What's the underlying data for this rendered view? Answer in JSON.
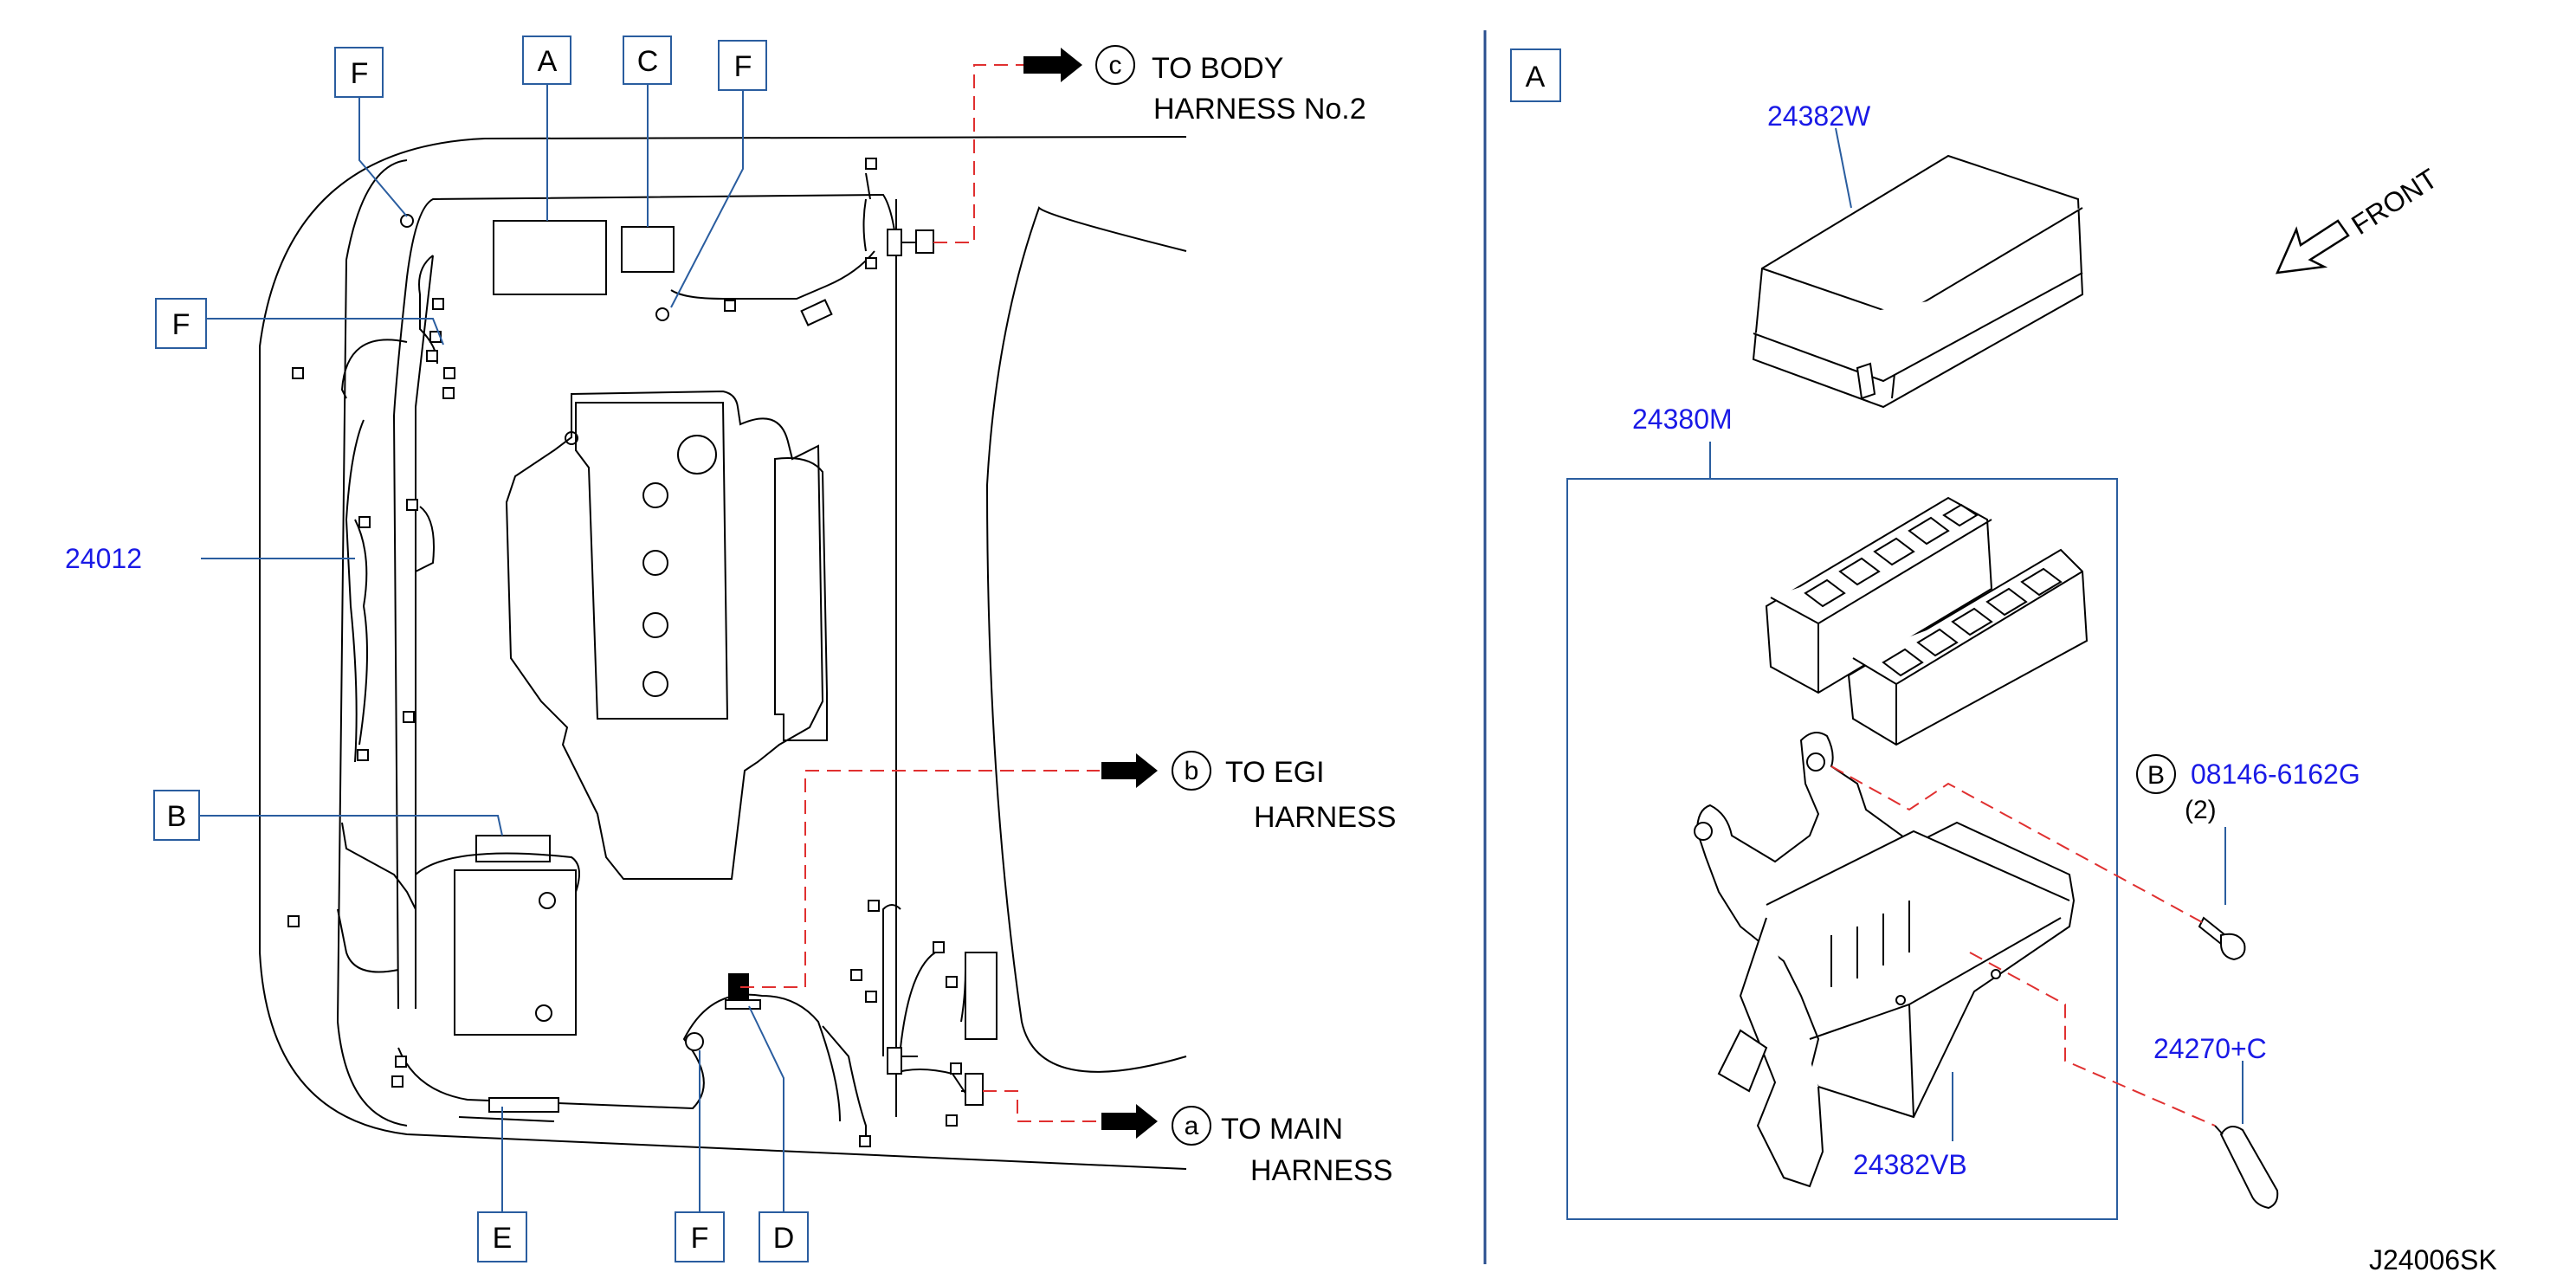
{
  "colors": {
    "line": "#000000",
    "callout": "#2a5d9f",
    "partnum": "#1a1ae6",
    "dashed": "#e03030",
    "divider": "#2a4f8f"
  },
  "boxes": {
    "a": "A",
    "b": "B",
    "c": "C",
    "d": "D",
    "e": "E",
    "f": "F",
    "panel_a": "A"
  },
  "circles": {
    "a": "a",
    "b": "b",
    "c": "c",
    "b_bolt": "B"
  },
  "routes": {
    "body_line1": "TO  BODY",
    "body_line2": "HARNESS  No.2",
    "egi_line1": "TO  EGI",
    "egi_line2": "HARNESS",
    "main_line1": "TO  MAIN",
    "main_line2": "HARNESS"
  },
  "parts": {
    "harness": "24012",
    "cover": "24382W",
    "box_assy": "24380M",
    "bolt": "08146-6162G",
    "bolt_qty": "(2)",
    "clip": "24270+C",
    "base": "24382VB"
  },
  "front_label": "FRONT",
  "diagram_id": "J24006SK"
}
